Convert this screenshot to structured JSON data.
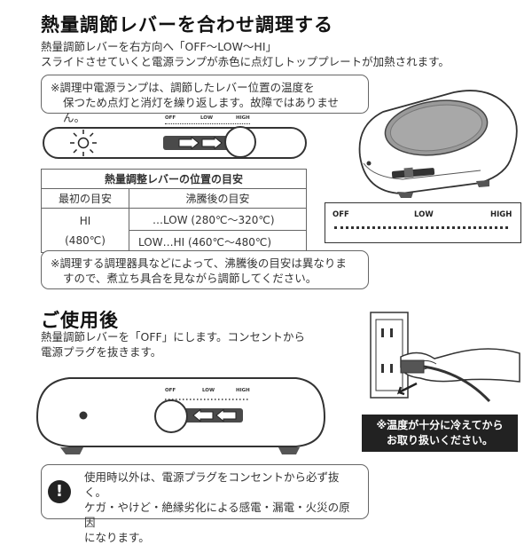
{
  "section1": {
    "title": "熱量調節レバーを合わせ調理する",
    "line1": "熱量調節レバーを右方向へ「OFF〜LOW〜HI」",
    "line2": "スライドさせていくと電源ランプが赤色に点灯しトッププレートが加熱されます。",
    "note_line1": "※調理中電源ランプは、調節したレバー位置の温度を",
    "note_line2": "保つため点灯と消灯を繰り返します。故障ではありません。",
    "scale_off": "OFF",
    "scale_low": "LOW",
    "scale_high": "HIGH",
    "table": {
      "title": "熱量調整レバーの位置の目安",
      "col1": "最初の目安",
      "col2": "沸騰後の目安",
      "first_hi": "HI",
      "first_temp": "(480℃)",
      "row1": "…LOW (280℃〜320℃)",
      "row2": "LOW…HI (460℃〜480℃)"
    },
    "note2_line1": "※調理する調理器具などによって、沸騰後の目安は異なりま",
    "note2_line2": "すので、煮立ち具合を見ながら調節してください。",
    "big_scale_off": "OFF",
    "big_scale_low": "LOW",
    "big_scale_high": "HIGH"
  },
  "section2": {
    "title": "ご使用後",
    "line1": "熱量調節レバーを「OFF」にします。コンセントから",
    "line2": "電源プラグを抜きます。",
    "scale_off": "OFF",
    "scale_low": "LOW",
    "scale_high": "HIGH",
    "warning_line1": "※温度が十分に冷えてから",
    "warning_line2": "お取り扱いください。",
    "caution_line1": "使用時以外は、電源プラグをコンセントから必ず抜く。",
    "caution_line2": "ケガ・やけど・絶縁劣化による感電・漏電・火災の原因",
    "caution_line3": "になります。",
    "caution_mark": "!"
  }
}
